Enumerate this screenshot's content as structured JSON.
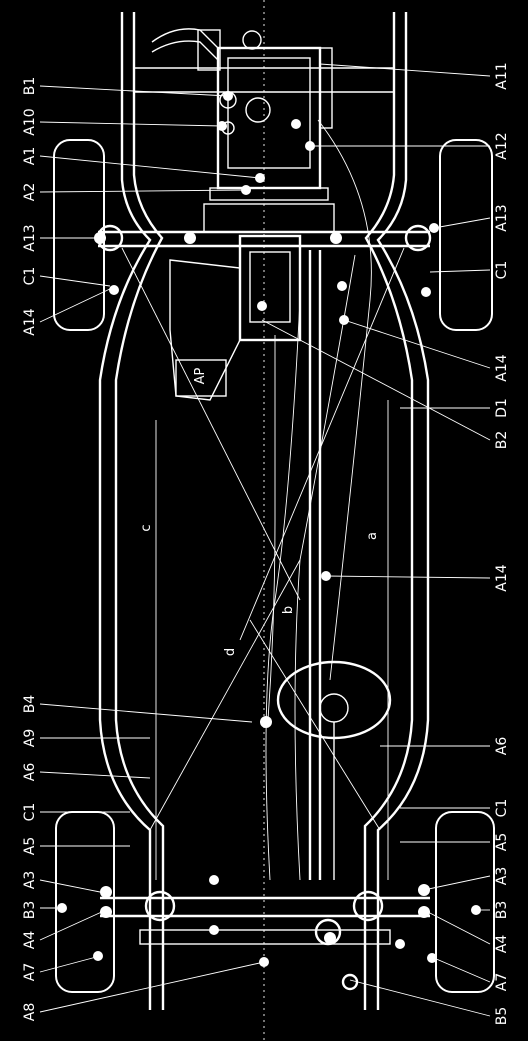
{
  "colors": {
    "background": "#000000",
    "ink": "#ffffff"
  },
  "left_labels": [
    "B1",
    "A10",
    "A1",
    "A2",
    "A13",
    "C1",
    "A14",
    "B4",
    "A9",
    "A6",
    "C1",
    "A5",
    "A3",
    "B3",
    "A4",
    "A7",
    "A8"
  ],
  "right_labels": [
    "A11",
    "A12",
    "A13",
    "C1",
    "A14",
    "D1",
    "B2",
    "A14",
    "A6",
    "C1",
    "A5",
    "A3",
    "B3",
    "A4",
    "A7",
    "B5"
  ],
  "inner_labels": {
    "a": "a",
    "b": "b",
    "c": "c",
    "d": "d",
    "ap": "AP"
  }
}
